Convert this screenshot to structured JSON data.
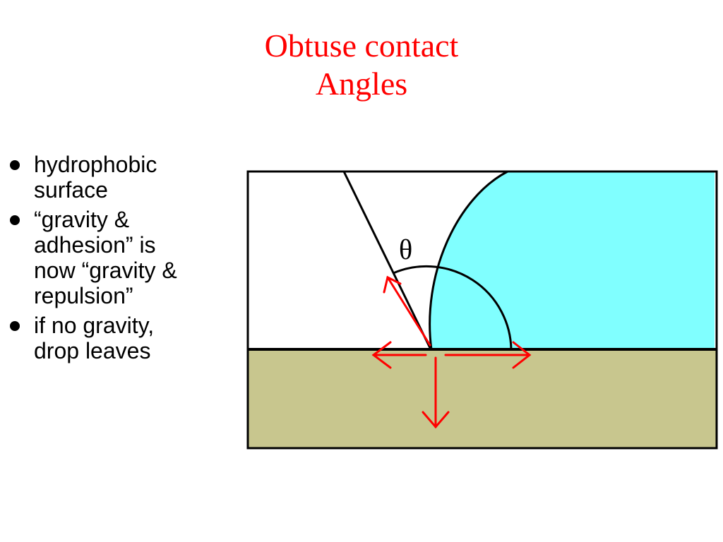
{
  "title": {
    "line1": "Obtuse contact",
    "line2": "Angles"
  },
  "bullets": [
    {
      "lines": [
        "hydrophobic",
        "surface"
      ]
    },
    {
      "lines": [
        "“gravity &",
        "adhesion” is",
        "now “gravity &",
        "repulsion”"
      ]
    },
    {
      "lines": [
        "if no gravity,",
        "drop leaves"
      ]
    }
  ],
  "diagram": {
    "angle_symbol": "θ",
    "colors": {
      "drop": "#80ffff",
      "surface": "#c8c68e",
      "outline": "#000000",
      "force_arrows": "#ff0000",
      "title": "#ff0000"
    }
  }
}
